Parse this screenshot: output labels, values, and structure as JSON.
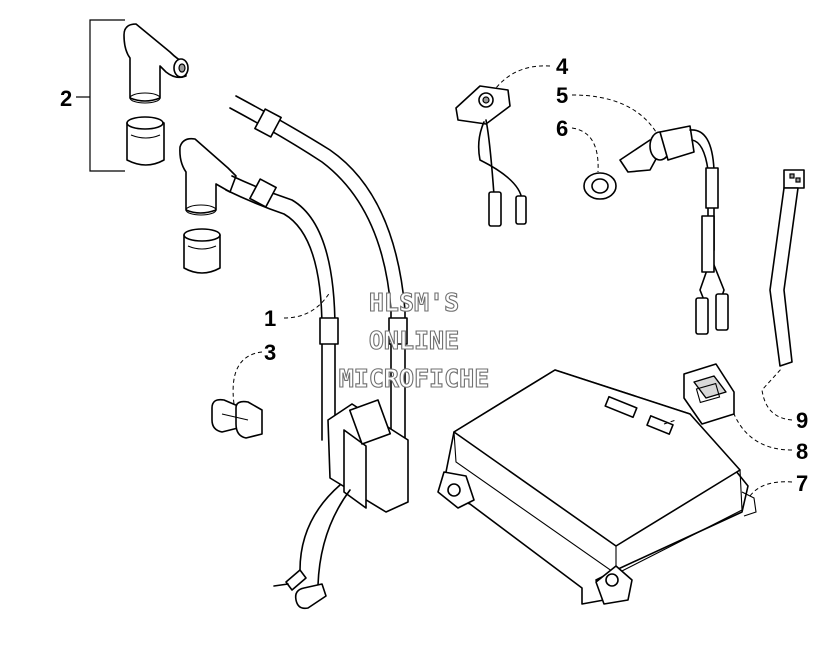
{
  "callouts": [
    {
      "id": "1",
      "label": "1"
    },
    {
      "id": "2",
      "label": "2"
    },
    {
      "id": "3",
      "label": "3"
    },
    {
      "id": "4",
      "label": "4"
    },
    {
      "id": "5",
      "label": "5"
    },
    {
      "id": "6",
      "label": "6"
    },
    {
      "id": "7",
      "label": "7"
    },
    {
      "id": "8",
      "label": "8"
    },
    {
      "id": "9",
      "label": "9"
    }
  ],
  "watermark": {
    "line1": "HLSM'S",
    "line2": "ONLINE",
    "line3": "MICROFICHE"
  },
  "colors": {
    "background": "#ffffff",
    "line": "#000000",
    "watermark_outline": "#6f6f6f"
  }
}
